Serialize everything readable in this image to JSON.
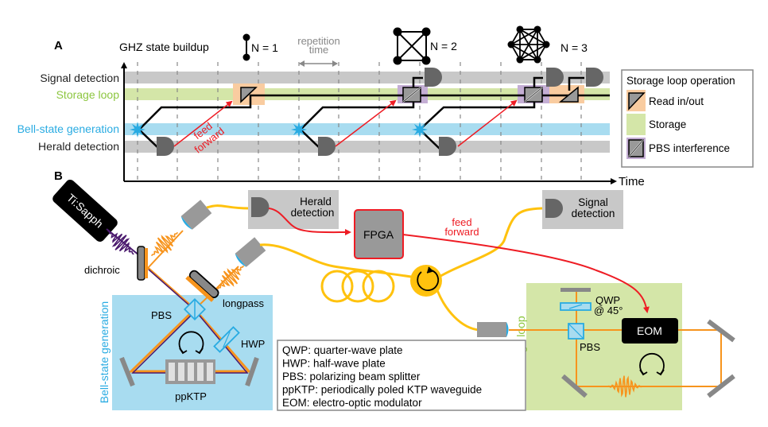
{
  "panelA": {
    "label": "A",
    "title": "GHZ state buildup",
    "rows": {
      "signal": "Signal detection",
      "storage": "Storage loop",
      "bell": "Bell-state generation",
      "herald": "Herald detection"
    },
    "repetition": [
      "repetition",
      "time"
    ],
    "feed_forward": [
      "feed",
      "forward"
    ],
    "time_label": "Time",
    "states": [
      {
        "label": "N = 1",
        "n": 1
      },
      {
        "label": "N = 2",
        "n": 2
      },
      {
        "label": "N = 3",
        "n": 3
      }
    ],
    "legend": {
      "title": "Storage loop operation",
      "items": [
        "Read in/out",
        "Storage",
        "PBS interference"
      ]
    }
  },
  "panelB": {
    "label": "B",
    "laser": "Ti:Sapph",
    "dichroic": "dichroic",
    "longpass": "longpass",
    "pbs": "PBS",
    "hwp": "HWP",
    "ppktp": "ppKTP",
    "bell_region": "Bell-state generation",
    "herald_box": [
      "Herald",
      "detection"
    ],
    "signal_box": [
      "Signal",
      "detection"
    ],
    "fpga": "FPGA",
    "feed_forward": [
      "feed",
      "forward"
    ],
    "storage_region": "Storage loop",
    "qwp": [
      "QWP",
      "@ 45°"
    ],
    "storage_pbs": "PBS",
    "eom": "EOM",
    "glossary": [
      "QWP: quarter-wave plate",
      "HWP: half-wave plate",
      "PBS: polarizing beam splitter",
      "ppKTP: periodically poled KTP waveguide",
      "EOM: electro-optic modulator"
    ]
  },
  "colors": {
    "gray_band": "#c8c8c8",
    "storage_band": "#d4e6a8",
    "bell_band": "#a8dcf0",
    "read_io": "#f9cca0",
    "pbs_interf": "#c4aed4",
    "storage_text": "#8cc63f",
    "bell_text": "#29abe2",
    "feed": "#ee1c24",
    "fiber": "#ffc20e",
    "orange": "#f7941d",
    "purple": "#4b1a6e"
  }
}
